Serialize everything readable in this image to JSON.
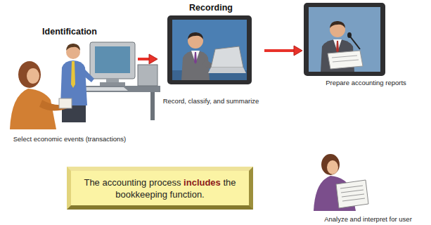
{
  "diagram": {
    "nodes": [
      {
        "text": [
          "Identification",
          "Select economic events (transactions)"
        ]
      },
      {
        "text": [
          "Recording",
          "Record, classify, and summarize"
        ]
      },
      {
        "text": [
          "Prepare accounting reports"
        ]
      },
      {
        "text": [
          "Analyze and interpret for user"
        ]
      },
      {
        "text": [
          "The accounting process",
          "includes",
          "the bookkeeping function."
        ]
      }
    ],
    "edges": [
      {
        "from": 0,
        "to": 1,
        "arrow": "to"
      },
      {
        "from": 1,
        "to": 2,
        "arrow": "to"
      }
    ]
  }
}
